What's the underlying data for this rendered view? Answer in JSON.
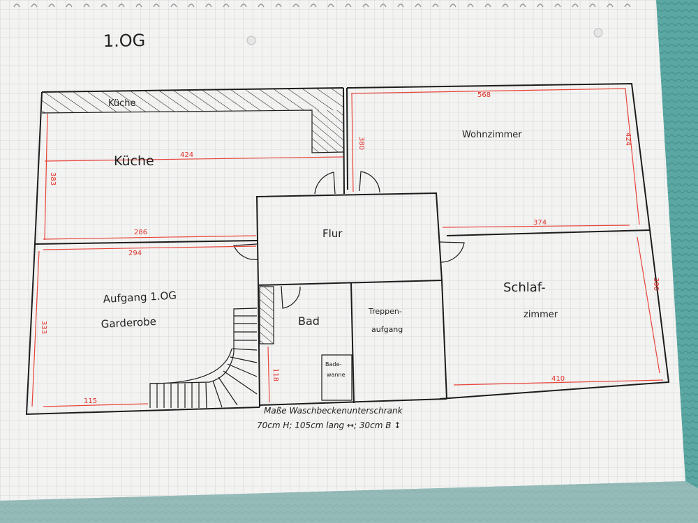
{
  "sheet": {
    "title": "1.OG"
  },
  "rooms": {
    "kueche_top": "Küche",
    "kueche": "Küche",
    "wohnzimmer": "Wohnzimmer",
    "flur": "Flur",
    "aufgang_line1": "Aufgang 1.OG",
    "aufgang_line2": "Garderobe",
    "bad": "Bad",
    "treppen_line1": "Treppen-",
    "treppen_line2": "aufgang",
    "schlaf_line1": "Schlaf-",
    "schlaf_line2": "zimmer",
    "badewanne_line1": "Bade-",
    "badewanne_line2": "wanne"
  },
  "dimensions": {
    "wohn_width": "568",
    "kueche_width": "424",
    "pillar_height": "380",
    "wohn_height": "424",
    "kueche_height": "383",
    "kueche_lower_1": "286",
    "kueche_lower_2": "294",
    "flur_right": "374",
    "schlaf_height": "390",
    "aufgang_height": "333",
    "aufgang_bottom": "115",
    "bad_height": "118",
    "schlaf_width": "410"
  },
  "notes": {
    "line1": "Maße Waschbeckenunterschrank",
    "line2": "70cm H; 105cm lang ↔; 30cm B ↕"
  },
  "colors": {
    "paper": "#f3f3f1",
    "grid": "#c9cfd6",
    "ink": "#1c1c1c",
    "dimension": "#e8443a",
    "table": "#5aa7a3"
  }
}
